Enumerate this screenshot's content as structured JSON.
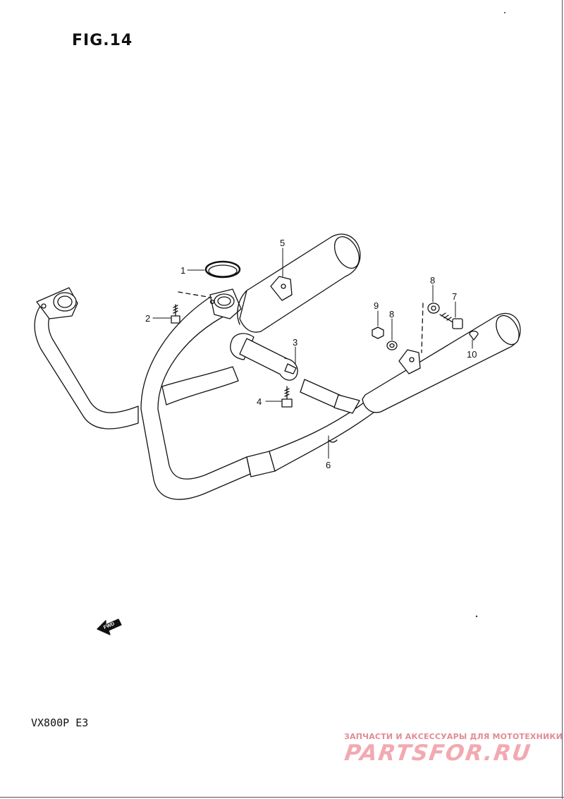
{
  "figure": {
    "title": "FIG.14"
  },
  "model": "VX800P E3",
  "fwd_label": "FWD",
  "watermark": {
    "tagline": "ЗАПЧАСТИ И АКСЕССУАРЫ ДЛЯ МОТОТЕХНИКИ",
    "logo": "PARTSFOR.RU"
  },
  "callouts": {
    "c1": "1",
    "c2": "2",
    "c3": "3",
    "c4": "4",
    "c5": "5",
    "c6": "6",
    "c7": "7",
    "c8a": "8",
    "c8b": "8",
    "c9": "9",
    "c10": "10"
  }
}
